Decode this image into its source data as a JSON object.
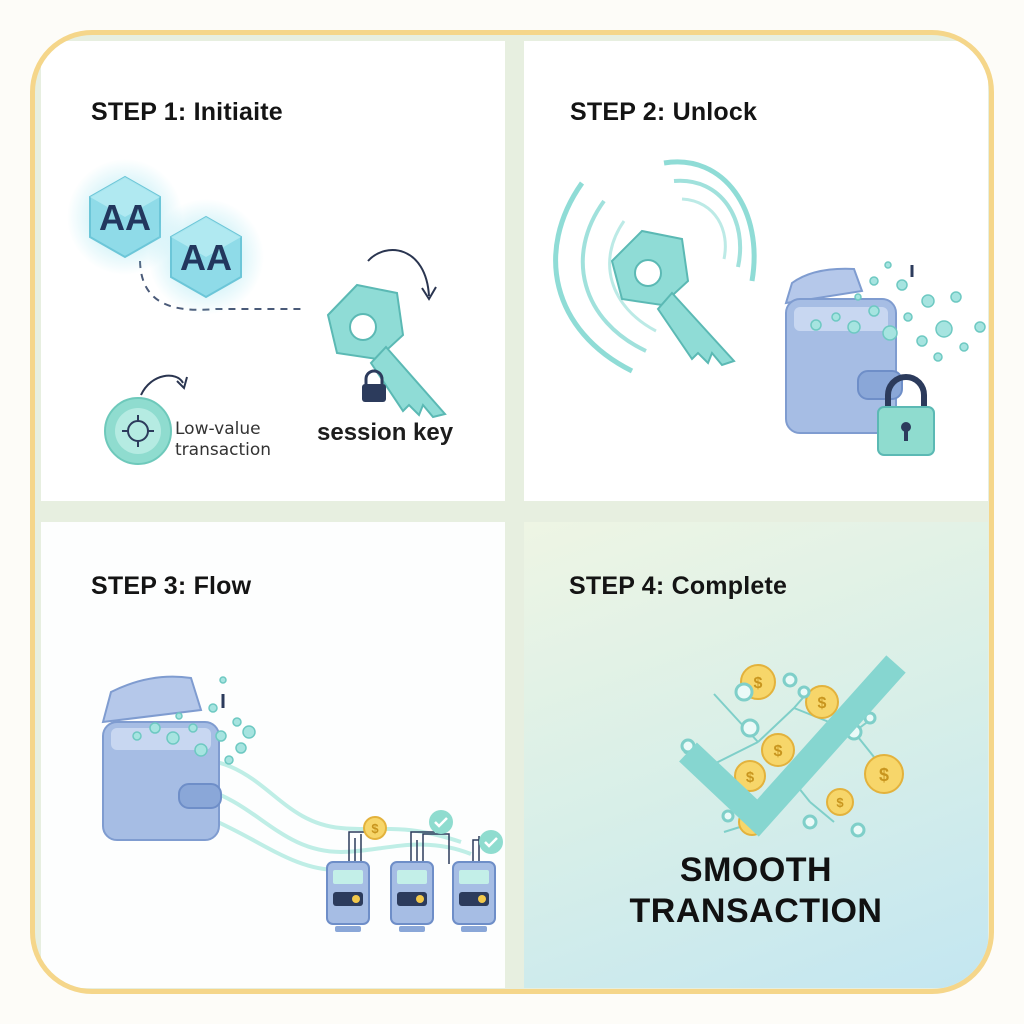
{
  "steps": [
    {
      "title": "STEP 1: Initiaite",
      "avatar_label": "AA",
      "low_value_line1": "Low-value",
      "low_value_line2": "transaction",
      "session_key_label": "session key"
    },
    {
      "title": "STEP 2: Unlock"
    },
    {
      "title": "STEP 3: Flow"
    },
    {
      "title": "STEP 4: Complete",
      "result_line1": "SMOOTH",
      "result_line2": "TRANSACTION"
    }
  ],
  "coin_symbol": "$",
  "colors": {
    "frame": "#f5d68a",
    "teal": "#7fd3cc",
    "wallet_blue": "#9db6e0",
    "coin_gold": "#f2c84b",
    "avatar_cyan": "#6fcde0"
  },
  "icons": [
    "account-hexagon-icon",
    "key-icon",
    "lock-icon",
    "rotate-arrow-icon",
    "target-coin-icon",
    "signal-wave-icon",
    "wallet-icon",
    "padlock-icon",
    "payment-terminal-icon",
    "check-badge-icon",
    "checkmark-icon",
    "coin-icon"
  ]
}
